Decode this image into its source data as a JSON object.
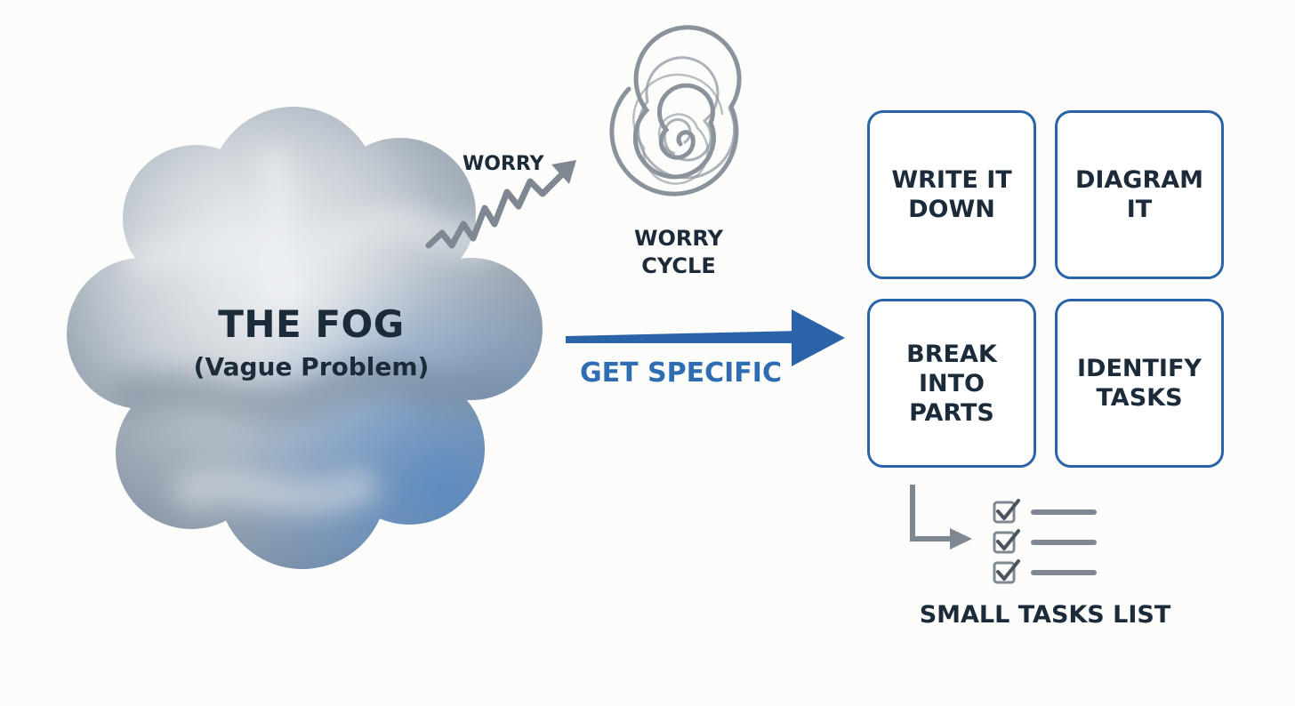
{
  "fog": {
    "title": "THE FOG",
    "subtitle": "(Vague Problem)"
  },
  "worry": {
    "label": "WORRY",
    "cycle_label": "WORRY\nCYCLE"
  },
  "specific": {
    "label": "GET SPECIFIC"
  },
  "boxes": [
    {
      "label": "WRITE IT\nDOWN"
    },
    {
      "label": "DIAGRAM\nIT"
    },
    {
      "label": "BREAK\nINTO\nPARTS"
    },
    {
      "label": "IDENTIFY\nTASKS"
    }
  ],
  "tasks": {
    "label": "SMALL TASKS LIST"
  },
  "colors": {
    "accent_blue": "#2a63a8",
    "arrow_gray": "#7f8892",
    "text_dark": "#1b2b3a",
    "fog_gray": "#9aa5b1"
  },
  "icons": [
    "cloud-fog-icon",
    "zigzag-arrow-icon",
    "spiral-icon",
    "right-arrow-icon",
    "elbow-arrow-icon",
    "checklist-icon"
  ]
}
